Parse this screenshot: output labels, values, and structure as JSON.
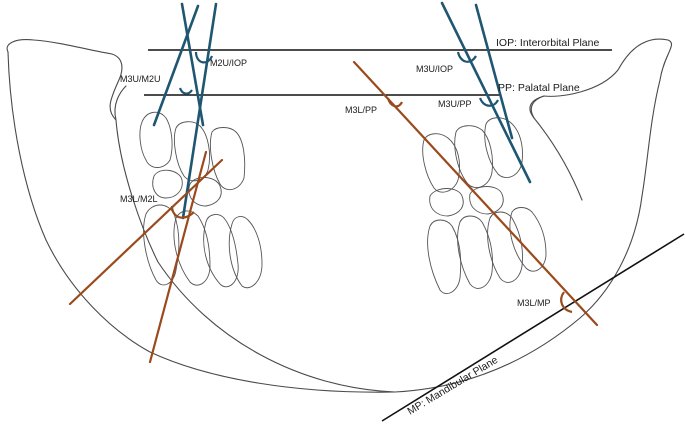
{
  "colors": {
    "tooth_axis_upper": "#1f5672",
    "tooth_axis_lower": "#9a4a1c",
    "reference_plane": "#111111",
    "outline": "#4a4a4a"
  },
  "planes": {
    "iop": "IOP: Interorbital Plane",
    "pp": "PP: Palatal Plane",
    "mp": "MP: Mandibular Plane"
  },
  "angles": {
    "m2u_iop": "M2U/IOP",
    "m3u_m2u": "M3U/M2U",
    "m3l_m2l": "M3L/M2L",
    "m3u_iop": "M3U/IOP",
    "m3u_pp": "M3U/PP",
    "m3l_pp": "M3L/PP",
    "m3l_mp": "M3L/MP"
  }
}
